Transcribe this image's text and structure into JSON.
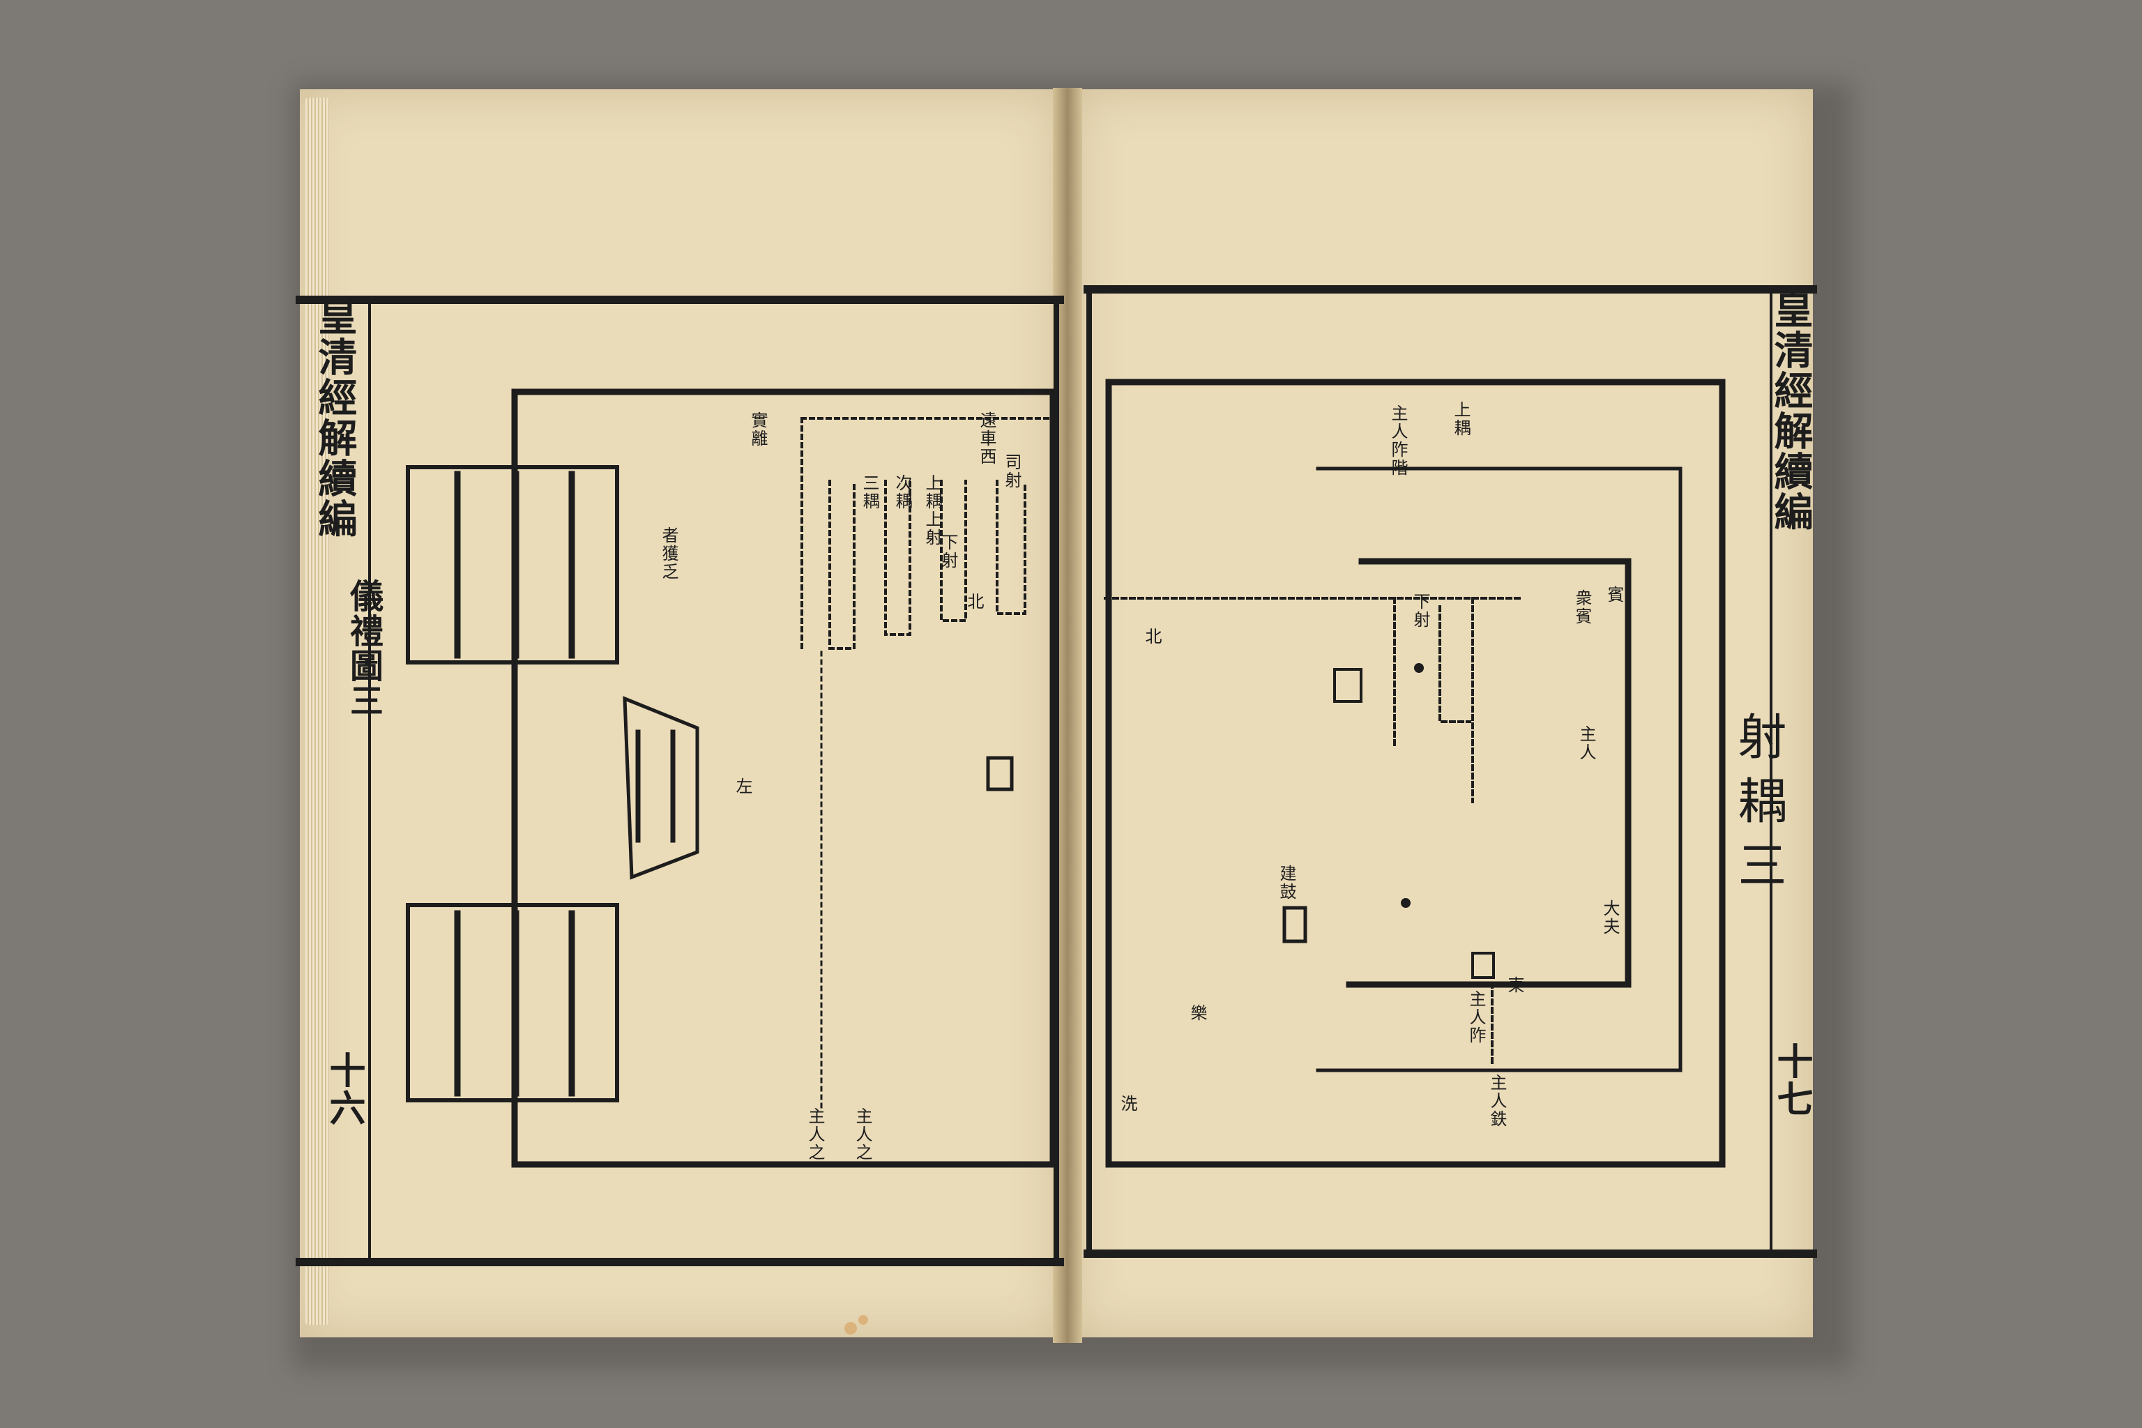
{
  "left_page": {
    "book_title": "皇清經解續編",
    "volume_label": "儀禮圖三",
    "page_number": "十六",
    "plan_labels": [
      "實離",
      "遠車西",
      "上耦上射",
      "下射",
      "司射",
      "三耦",
      "次耦",
      "者獲乏",
      "北",
      "左",
      "主人之",
      "主人之"
    ]
  },
  "right_page": {
    "book_title": "皇清經解續編",
    "title": "射耦三",
    "page_number": "十七",
    "plan_labels": [
      "賓",
      "主人",
      "大夫",
      "衆賓",
      "建鼓",
      "主人阼階",
      "上耦",
      "下射",
      "北",
      "洗",
      "主人阼",
      "主人鉄",
      "樂",
      "東"
    ]
  },
  "colors": {
    "paper": "#eadbb9",
    "ink": "#1d1d1d",
    "background": "#7d7a76"
  }
}
